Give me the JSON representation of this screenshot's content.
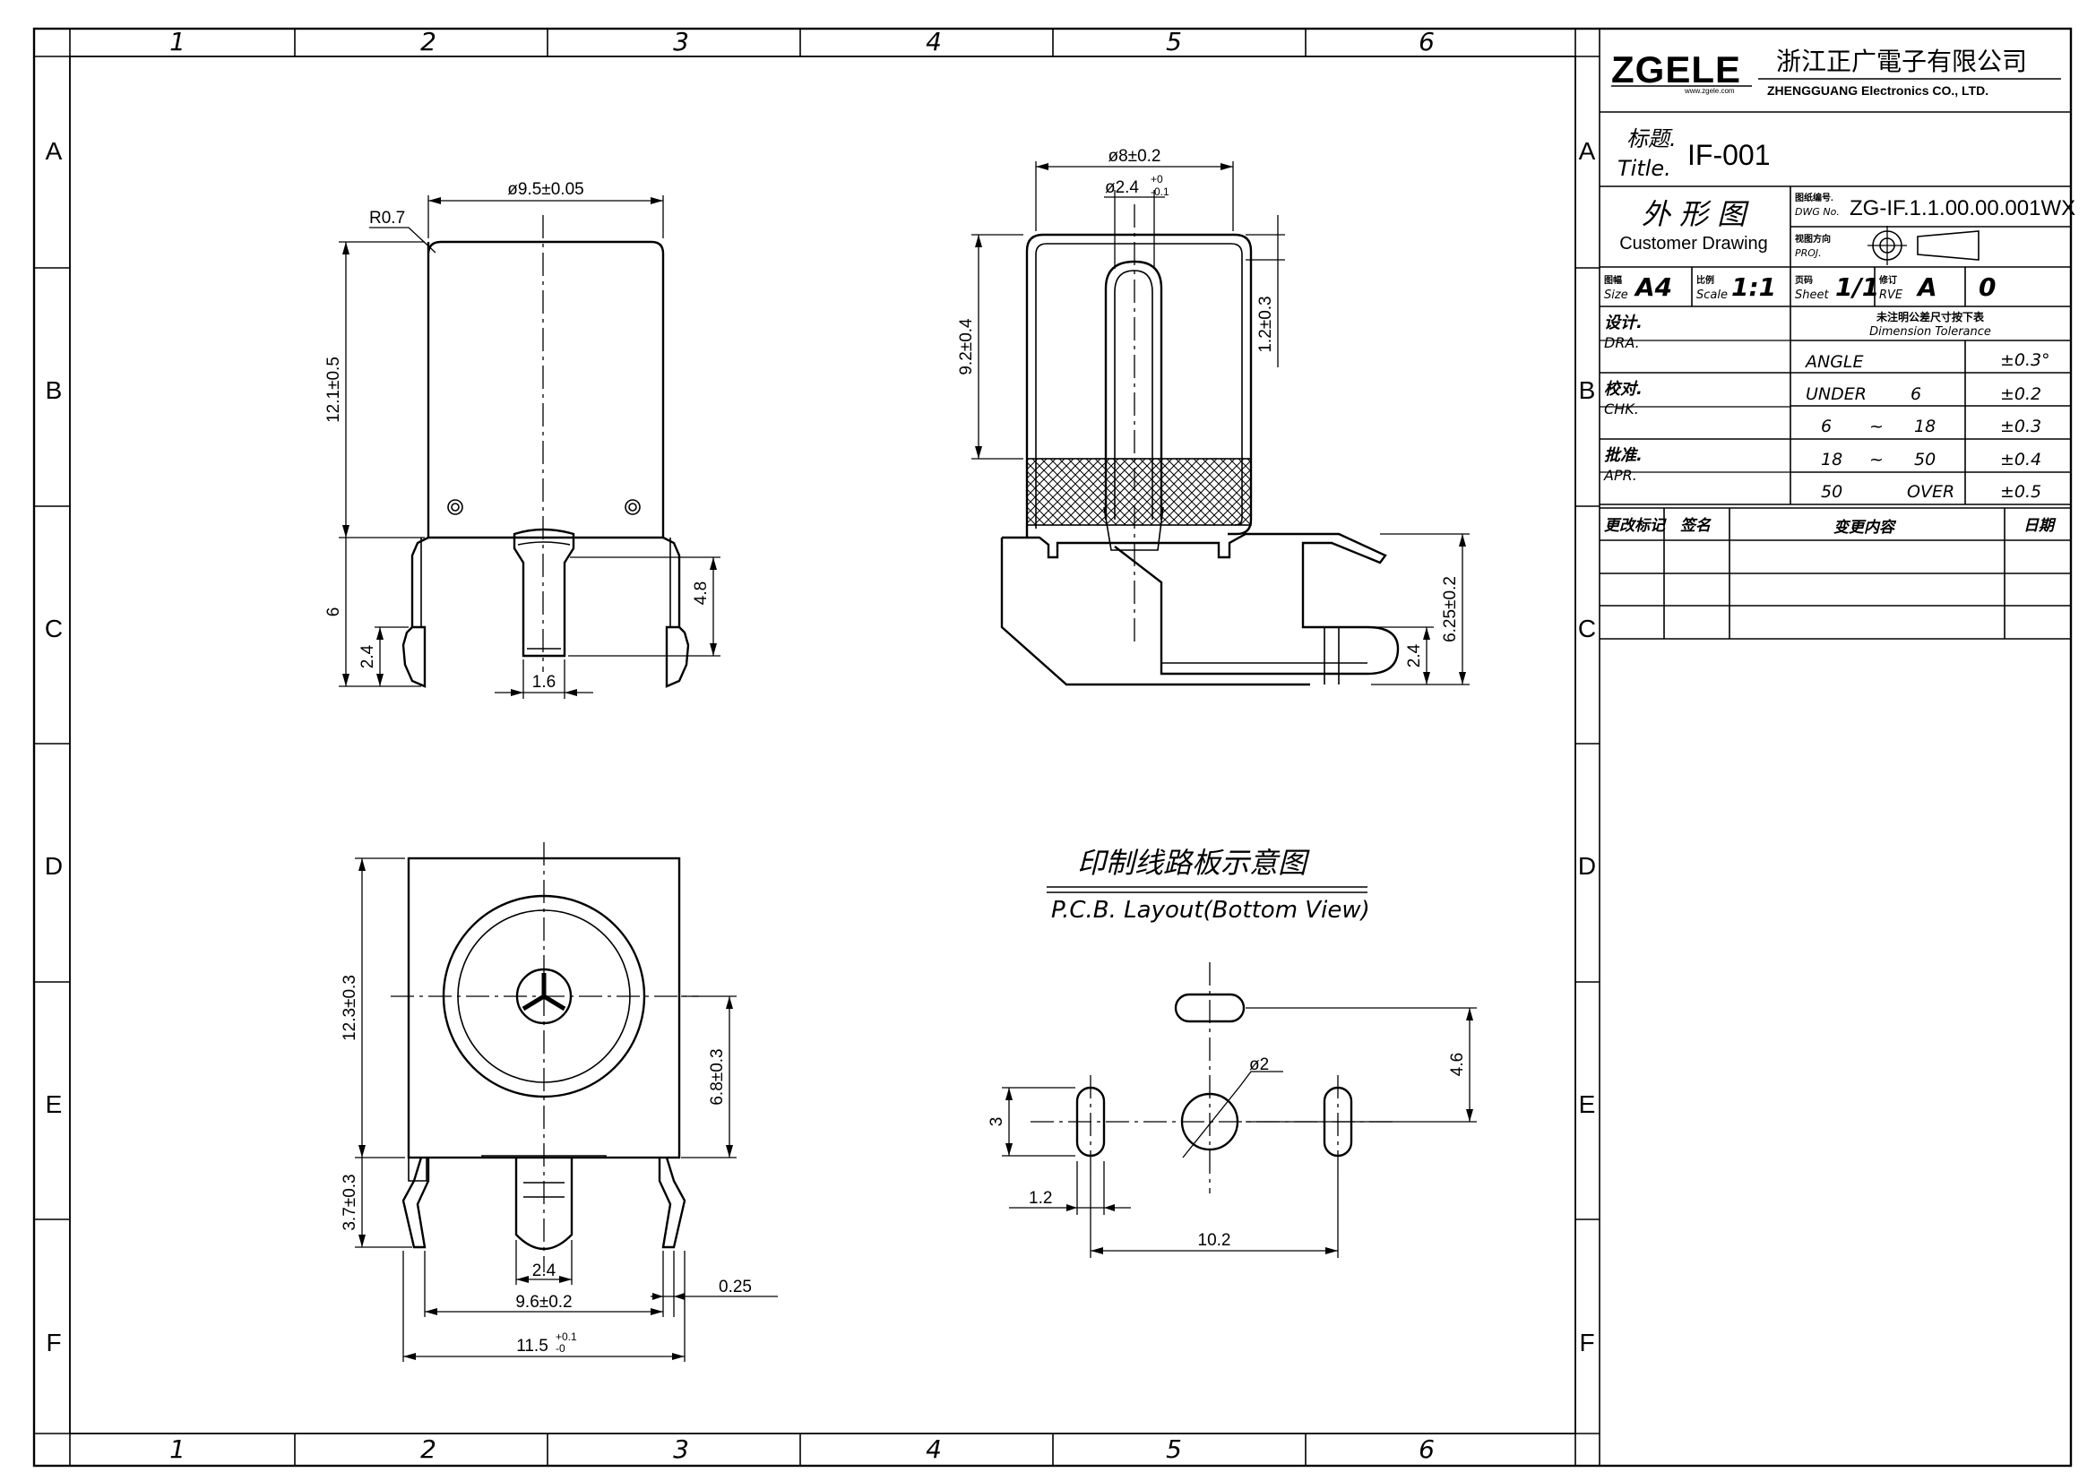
{
  "border": {
    "col_labels": [
      "1",
      "2",
      "3",
      "4",
      "5",
      "6"
    ],
    "row_labels": [
      "A",
      "B",
      "C",
      "D",
      "E",
      "F"
    ]
  },
  "title_block": {
    "logo": "ZGELE",
    "logo_small": "www.zgele.com",
    "company_cn": "浙江正广電子有限公司",
    "company_en": "ZHENGGUANG Electronics CO., LTD.",
    "title_label_cn": "标题.",
    "title_label_en": "Title.",
    "title_value": "IF-001",
    "drawing_type_cn": "外 形 图",
    "drawing_type_en": "Customer Drawing",
    "dwg_no_label_cn": "图纸编号.",
    "dwg_no_label_en": "DWG No.",
    "dwg_no_value": "ZG-IF.1.1.00.00.001WX",
    "proj_label_cn": "视图方向",
    "proj_label_en": "PROJ.",
    "size_label_cn": "图幅",
    "size_label_en": "Size",
    "size_value": "A4",
    "scale_label_cn": "比例",
    "scale_label_en": "Scale",
    "scale_value": "1:1",
    "sheet_label_cn": "页码",
    "sheet_label_en": "Sheet",
    "sheet_value": "1/1",
    "rev_label_cn": "修订",
    "rev_label_en": "RVE",
    "rev_value": "A",
    "rev_num": "0",
    "tol_header_cn": "未注明公差尺寸按下表",
    "tol_header_en": "Dimension Tolerance",
    "roles": [
      {
        "cn": "设计.",
        "en": "DRA."
      },
      {
        "cn": "校对.",
        "en": "CHK."
      },
      {
        "cn": "批准.",
        "en": "APR."
      }
    ],
    "tolerances": [
      {
        "a": "ANGLE",
        "b": "",
        "c": "",
        "v": "±0.3°"
      },
      {
        "a": "UNDER",
        "b": "",
        "c": "6",
        "v": "±0.2"
      },
      {
        "a": "6",
        "b": "~",
        "c": "18",
        "v": "±0.3"
      },
      {
        "a": "18",
        "b": "~",
        "c": "50",
        "v": "±0.4"
      },
      {
        "a": "50",
        "b": "",
        "c": "OVER",
        "v": "±0.5"
      }
    ],
    "change_headers": [
      "更改标记",
      "签名",
      "变更内容",
      "日期"
    ]
  },
  "views": {
    "front": {
      "d_width": "ø9.5±0.05",
      "radius": "R0.7",
      "d_height": "12.1±0.5",
      "d_pin": "6",
      "d_pin_tip": "2.4",
      "d_center_pin": "4.8",
      "d_pin_width": "1.6"
    },
    "side": {
      "d_outer": "ø8±0.2",
      "d_inner": "ø2.4",
      "d_inner_tol_up": "+0",
      "d_inner_tol_dn": "-0.1",
      "d_height": "9.2±0.4",
      "d_top": "1.2±0.3",
      "d_total": "6.25±0.2",
      "d_tip": "2.4"
    },
    "bottom": {
      "d_height": "12.3±0.3",
      "d_center": "6.8±0.3",
      "d_pins": "3.7±0.3",
      "d_pin_w": "2.4",
      "d_span": "9.6±0.2",
      "d_thk": "0.25",
      "d_total": "11.5",
      "d_total_tol_up": "+0.1",
      "d_total_tol_dn": "-0"
    },
    "pcb": {
      "title_cn": "印制线路板示意图",
      "title_en": "P.C.B. Layout(Bottom View)",
      "d_hole": "ø2",
      "d_vert": "4.6",
      "d_slot_len": "3",
      "d_slot_w": "1.2",
      "d_span": "10.2"
    }
  }
}
